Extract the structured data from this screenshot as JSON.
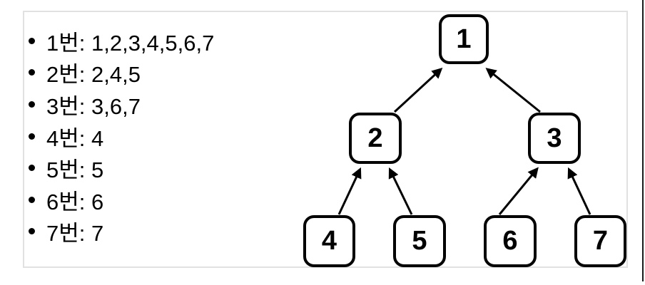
{
  "adjacency_list": {
    "items": [
      "1번: 1,2,3,4,5,6,7",
      "2번: 2,4,5",
      "3번: 3,6,7",
      "4번: 4",
      "5번: 5",
      "6번: 6",
      "7번: 7"
    ]
  },
  "tree": {
    "nodes": [
      {
        "id": "1",
        "label": "1"
      },
      {
        "id": "2",
        "label": "2"
      },
      {
        "id": "3",
        "label": "3"
      },
      {
        "id": "4",
        "label": "4"
      },
      {
        "id": "5",
        "label": "5"
      },
      {
        "id": "6",
        "label": "6"
      },
      {
        "id": "7",
        "label": "7"
      }
    ],
    "edges": [
      {
        "from": "2",
        "to": "1"
      },
      {
        "from": "3",
        "to": "1"
      },
      {
        "from": "4",
        "to": "2"
      },
      {
        "from": "5",
        "to": "2"
      },
      {
        "from": "6",
        "to": "3"
      },
      {
        "from": "7",
        "to": "3"
      }
    ]
  },
  "colors": {
    "text": "#000000",
    "node_border": "#000000",
    "arrow": "#000000",
    "card_border": "#e1e1e1",
    "right_edge": "#1a1a1a"
  }
}
